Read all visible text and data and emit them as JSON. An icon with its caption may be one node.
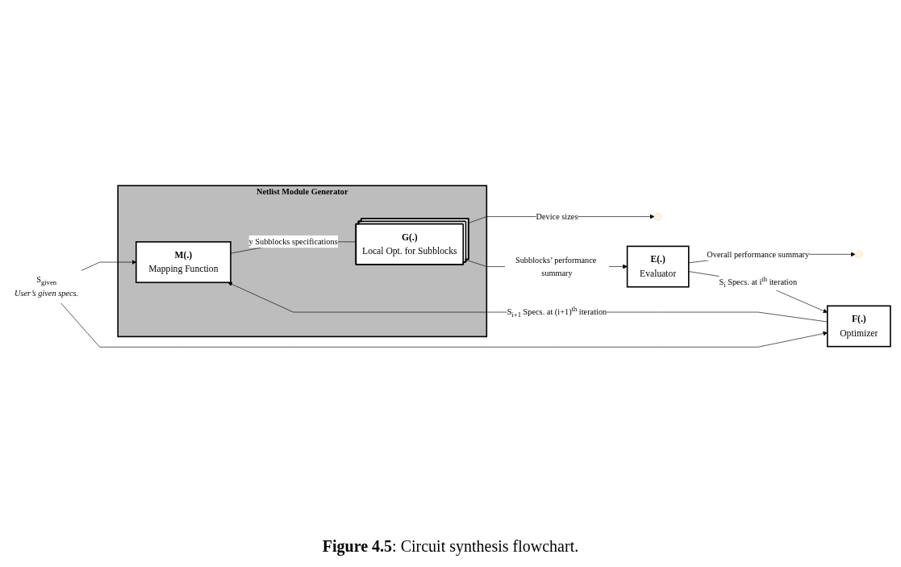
{
  "diagram": {
    "caption": "**Figure 4.5**: Circuit synthesis flowchart.",
    "nodes": [
      {
        "text": [
          "Netlist Module Generator"
        ]
      },
      {
        "text": [
          "M(.)",
          "Mapping Function"
        ],
        "in": 0
      },
      {
        "text": [
          "G(.)",
          "Local Opt. for Subblocks"
        ],
        "in": 0
      },
      {
        "text": [
          "F(.)",
          "Optimizer"
        ]
      },
      {
        "text": [
          "E(.)",
          "Evaluator"
        ]
      },
      {
        "text": [
          "S$_{given}$"
        ],
        "beside": [
          "User’s given specs."
        ]
      }
    ],
    "edges": [
      {
        "from": 5,
        "to": 1,
        "arrow": "to"
      },
      {
        "from": 5,
        "to": 3,
        "arrow": "to"
      },
      {
        "from": 3,
        "to": 1,
        "arrow": "to",
        "label": "S$_{i+1}$ Specs. at (i+1)$^{th}$ iteration"
      },
      {
        "from": 1,
        "to": 2,
        "arrow": "none",
        "label": "y Subblocks specifications"
      },
      {
        "from": 2,
        "to": null,
        "arrow": "to",
        "label": "Device sizes"
      },
      {
        "from": 2,
        "to": 4,
        "arrow": "to",
        "label": "Subblocks’ performance summary"
      },
      {
        "from": 4,
        "to": null,
        "arrow": "to",
        "label": "Overall performance summary"
      },
      {
        "from": 4,
        "to": 3,
        "arrow": "to",
        "label": "S$_{i}$ Specs. at i$^{th}$ iteration"
      }
    ]
  }
}
